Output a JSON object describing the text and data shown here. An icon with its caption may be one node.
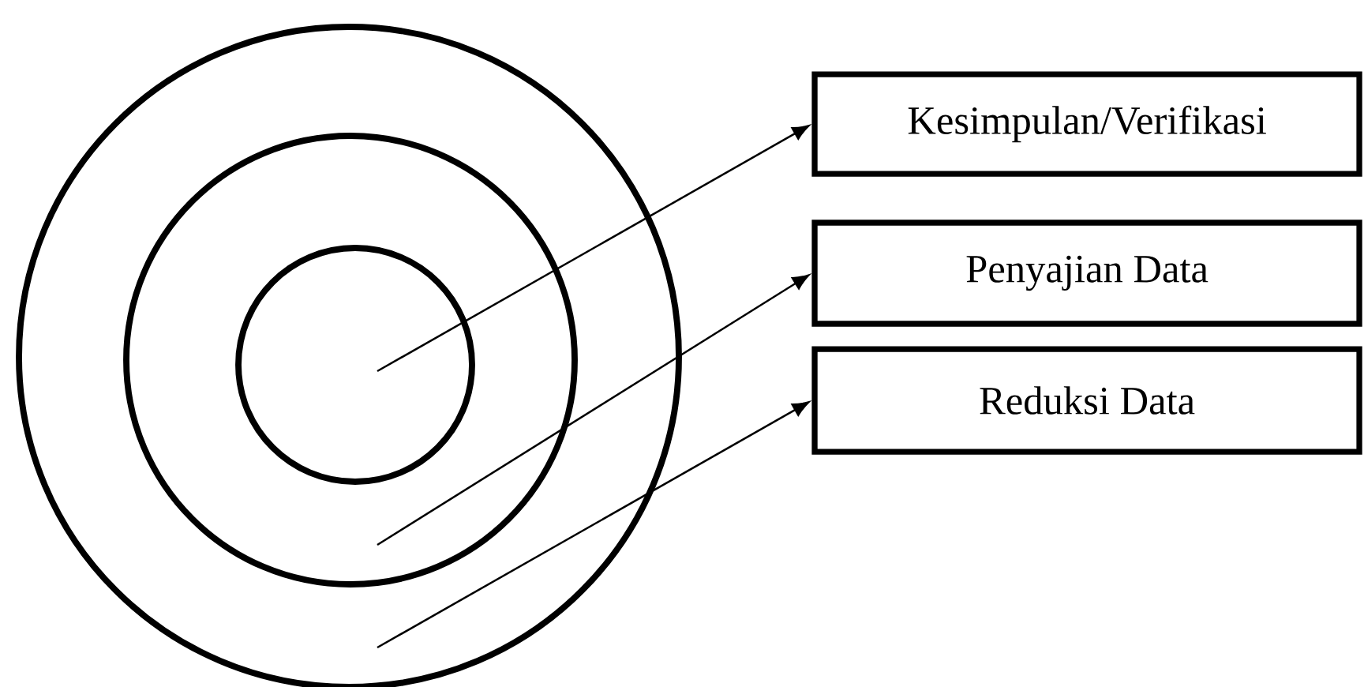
{
  "diagram": {
    "nodes": [
      {
        "text": [],
        "shape": "circle"
      },
      {
        "text": [],
        "shape": "circle",
        "in": 0
      },
      {
        "text": [],
        "shape": "circle",
        "in": 1
      },
      {
        "text": [
          "Kesimpulan/Verifikasi"
        ]
      },
      {
        "text": [
          "Penyajian Data"
        ]
      },
      {
        "text": [
          "Reduksi Data"
        ]
      }
    ],
    "edges": [
      {
        "from": 2,
        "to": 3,
        "arrow": "to"
      },
      {
        "from": 1,
        "to": 4,
        "arrow": "to"
      },
      {
        "from": 0,
        "to": 5,
        "arrow": "to"
      }
    ]
  }
}
